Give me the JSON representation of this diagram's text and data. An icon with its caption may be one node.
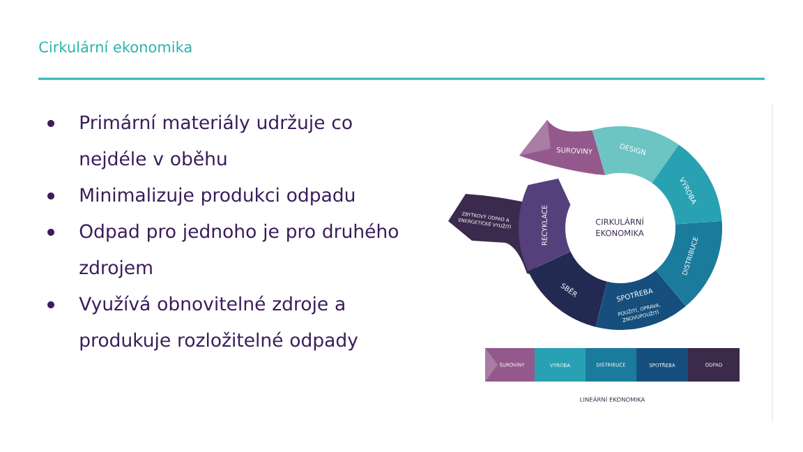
{
  "diagram": {
    "title": "Cirkulární ekonomika",
    "nodes": [
      {
        "text": [
          "SUROVINY"
        ]
      },
      {
        "text": [
          "DESIGN"
        ]
      },
      {
        "text": [
          "VÝROBA"
        ]
      },
      {
        "text": [
          "DISTRIBUCE"
        ]
      },
      {
        "text": [
          "SPOTŘEBA",
          "POUŽITÍ, OPRAVA, ZNOVUPOUŽITÍ"
        ]
      },
      {
        "text": [
          "SBĚR"
        ]
      },
      {
        "text": [
          "RECYKLACE"
        ]
      },
      {
        "text": [
          "ZBYTKOVÝ ODPAD A ENERGETICKÉ VYUŽITÍ"
        ]
      },
      {
        "text": [
          "SUROVINY"
        ]
      },
      {
        "text": [
          "VÝROBA"
        ]
      },
      {
        "text": [
          "DISTRIBUCE"
        ]
      },
      {
        "text": [
          "SPOTŘEBA"
        ]
      },
      {
        "text": [
          "ODPAD"
        ]
      }
    ],
    "labels": [
      "Primární materiály udržuje co nejdéle v oběhu",
      "Minimalizuje produkci odpadu",
      "Odpad pro jednoho je pro druhého zdrojem",
      "Využívá obnovitelné zdroje a produkuje rozložitelné odpady",
      "CIRKULÁRNÍ EKONOMIKA",
      "LINEÁRNÍ EKONOMIKA"
    ]
  }
}
